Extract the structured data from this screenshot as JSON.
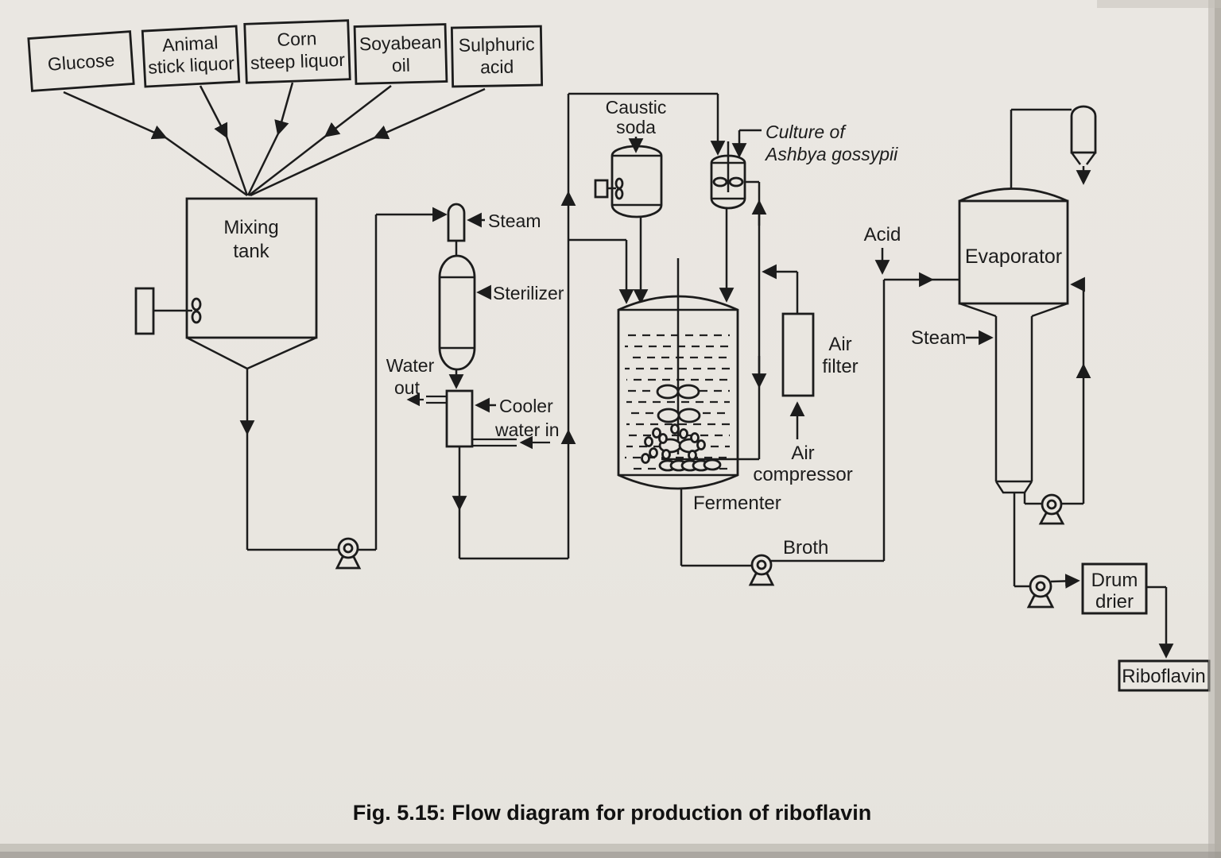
{
  "caption": "Fig. 5.15: Flow diagram for production of riboflavin",
  "feed_boxes": [
    {
      "lines": [
        "Glucose",
        ""
      ]
    },
    {
      "lines": [
        "Animal",
        "stick liquor"
      ]
    },
    {
      "lines": [
        "Corn",
        "steep liquor"
      ]
    },
    {
      "lines": [
        "Soyabean",
        "oil"
      ]
    },
    {
      "lines": [
        "Sulphuric",
        "acid"
      ]
    }
  ],
  "labels": {
    "mixing_tank": [
      "Mixing",
      "tank"
    ],
    "steam_sterilizer": "Steam",
    "sterilizer": "Sterilizer",
    "water_out": [
      "Water",
      "out"
    ],
    "cooler": "Cooler",
    "water_in": "water in",
    "caustic_soda": [
      "Caustic",
      "soda"
    ],
    "culture": [
      "Culture of",
      "Ashbya gossypii"
    ],
    "fermenter": "Fermenter",
    "air_filter": [
      "Air",
      "filter"
    ],
    "air_compressor": [
      "Air",
      "compressor"
    ],
    "acid": "Acid",
    "broth": "Broth",
    "evaporator": "Evaporator",
    "steam_evaporator": "Steam",
    "drum_drier": [
      "Drum",
      "drier"
    ],
    "riboflavin": "Riboflavin"
  },
  "colors": {
    "ink": "#1c1c1c",
    "paper": "#e9e6e0"
  }
}
